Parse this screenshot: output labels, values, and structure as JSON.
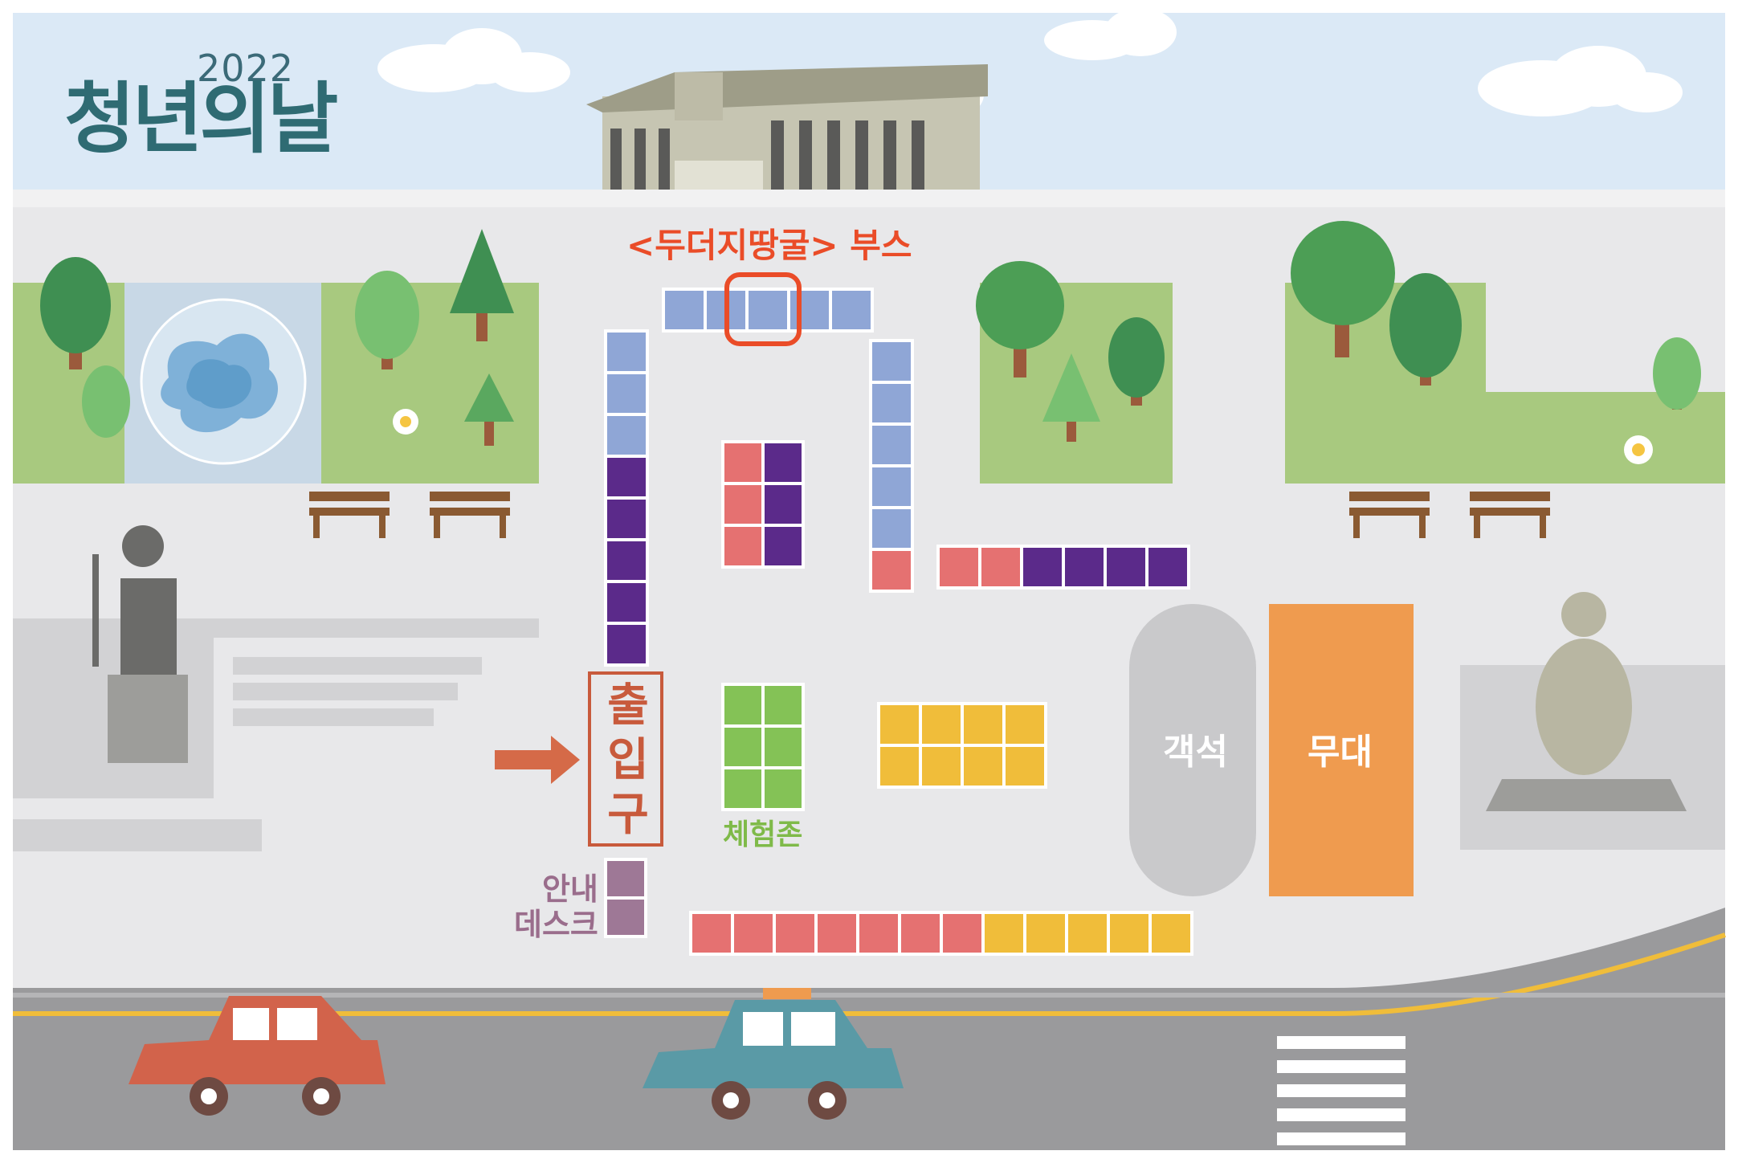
{
  "header": {
    "title_year": "2022",
    "title_main": "청년의날"
  },
  "booth_callout": {
    "label": "<두더지땅굴> 부스",
    "highlight_color": "#ea4c28"
  },
  "labels": {
    "entrance": "출입구",
    "experience_zone": "체험존",
    "info_desk_line1": "안내",
    "info_desk_line2": "데스크",
    "seats": "객석",
    "stage": "무대"
  },
  "colors": {
    "sky": "#dbe9f6",
    "ground": "#e8e8ea",
    "grass": "#a8c97f",
    "road": "#9a9a9c",
    "booth_blue": "#8fa6d6",
    "booth_purple": "#5b2a8a",
    "booth_pink": "#e57171",
    "booth_green": "#84c256",
    "booth_yellow": "#f0bd3a",
    "booth_mauve": "#9e7896",
    "stage_orange": "#ef9b4f",
    "seats_gray": "#c9c9cb",
    "entrance_red": "#c85a3c"
  },
  "icons": [
    "building-icon",
    "tree-icon",
    "pond-icon",
    "bench-icon",
    "statue-icon",
    "car-icon",
    "taxi-icon",
    "crosswalk-icon",
    "arrow-icon",
    "flower-icon"
  ]
}
